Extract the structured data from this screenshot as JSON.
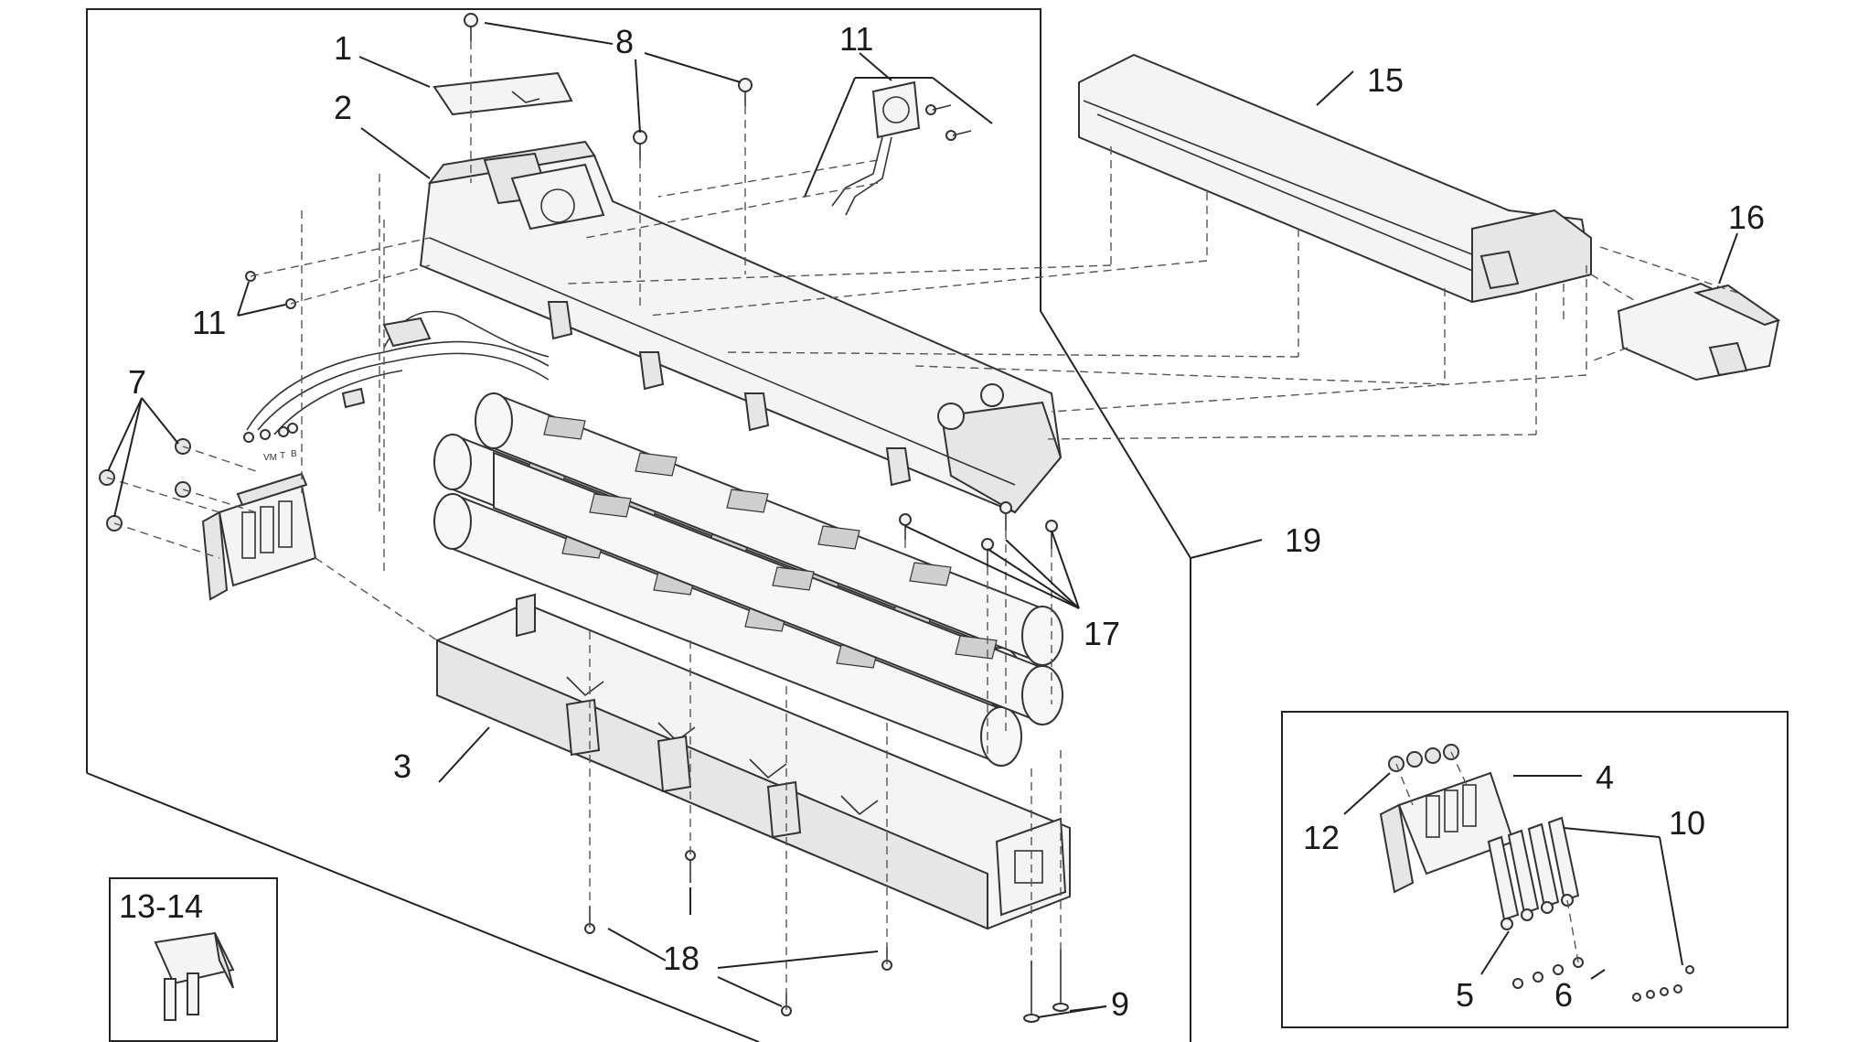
{
  "callouts": {
    "c1": "1",
    "c2": "2",
    "c3": "3",
    "c4": "4",
    "c5": "5",
    "c6": "6",
    "c7": "7",
    "c8": "8",
    "c9": "9",
    "c10": "10",
    "c11a": "11",
    "c11b": "11",
    "c12": "12",
    "c13_14": "13-14",
    "c15": "15",
    "c16": "16",
    "c17": "17",
    "c18": "18",
    "c19": "19"
  },
  "fuse_module": {
    "pin_labels": [
      "VM",
      "T",
      "B"
    ]
  }
}
